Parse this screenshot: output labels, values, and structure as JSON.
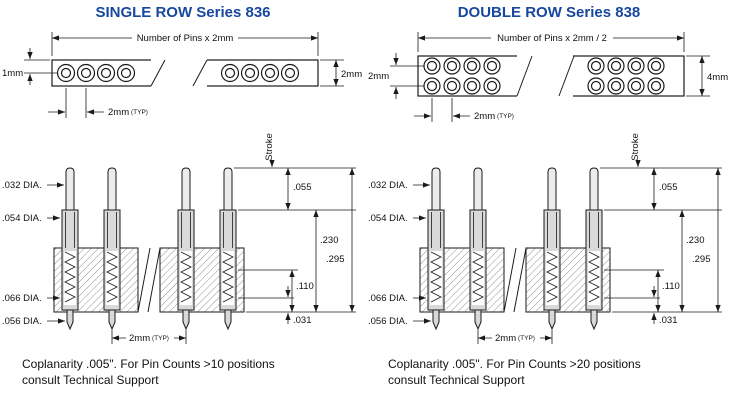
{
  "colors": {
    "title": "#17479e",
    "line": "#1a1a1a",
    "pin_fill": "#d9d9d9"
  },
  "panels": {
    "left": {
      "title": "SINGLE ROW Series 836",
      "top_view": {
        "width_dim": "Number of Pins x 2mm",
        "height_dim": "2mm",
        "left_dim": "1mm",
        "pitch_dim": "2mm",
        "typ": "(TYP)"
      },
      "section": {
        "stroke_label": "Stroke",
        "dia_plunger": ".032 DIA.",
        "dia_barrel": ".054 DIA.",
        "dia_body": ".066 DIA.",
        "dia_tail": ".056 DIA.",
        "dim_exposed": ".055",
        "dim_body": ".230",
        "dim_lower": ".110",
        "dim_tail": ".031",
        "dim_overall": ".295",
        "pitch_dim": "2mm",
        "typ": "(TYP)"
      },
      "note_line1": "Coplanarity .005\". For Pin Counts >10 positions",
      "note_line2": "consult Technical Support"
    },
    "right": {
      "title": "DOUBLE ROW Series 838",
      "top_view": {
        "width_dim": "Number of Pins x 2mm / 2",
        "height_dim": "4mm",
        "left_dim": "2mm",
        "pitch_dim": "2mm",
        "typ": "(TYP)"
      },
      "section": {
        "stroke_label": "Stroke",
        "dia_plunger": ".032 DIA.",
        "dia_barrel": ".054 DIA.",
        "dia_body": ".066 DIA.",
        "dia_tail": ".056 DIA.",
        "dim_exposed": ".055",
        "dim_body": ".230",
        "dim_lower": ".110",
        "dim_tail": ".031",
        "dim_overall": ".295",
        "pitch_dim": "2mm",
        "typ": "(TYP)"
      },
      "note_line1": "Coplanarity .005\". For Pin Counts >20 positions",
      "note_line2": "consult Technical Support"
    }
  }
}
